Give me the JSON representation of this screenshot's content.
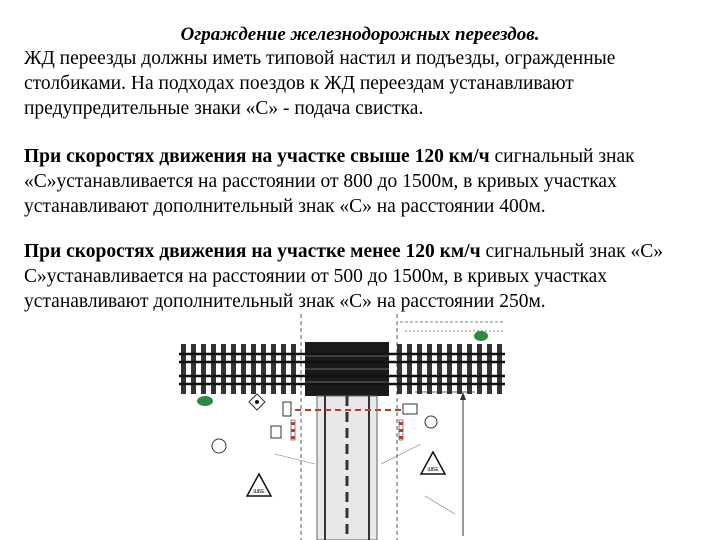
{
  "title": "Ограждение  железнодорожных переездов.",
  "para1": {
    "lines": [
      "ЖД переезды должны иметь типовой настил и подъезды, огражденные",
      "столбиками. На  подходах  поездов к  ЖД переездам устанавливают",
      "предупредительные знаки  «С» - подача свистка."
    ]
  },
  "para2": {
    "line1_bold": "При скоростях движения на участке свыше 120 км/ч",
    "line1_rest": " сигнальный знак",
    "line2": "«С»устанавливается  на расстоянии  от 800 до 1500м, в кривых участках",
    "line3": "устанавливают дополнительный знак «С» на расстоянии 400м."
  },
  "para3": {
    "line1_bold": "При скоростях движения на участке менее 120 км/ч",
    "line1_rest": " сигнальный знак «С»",
    "line2": "С»устанавливается  на расстоянии от 500 до 1500м, в кривых участках",
    "line3": "устанавливают дополнительный знак «С» на расстоянии  250м."
  },
  "diagram": {
    "sign_label_left": "ШБЕ",
    "sign_label_right": "ШБЕ",
    "colors": {
      "line": "#333333",
      "green": "#2e8b3e",
      "red": "#c0392b"
    }
  }
}
